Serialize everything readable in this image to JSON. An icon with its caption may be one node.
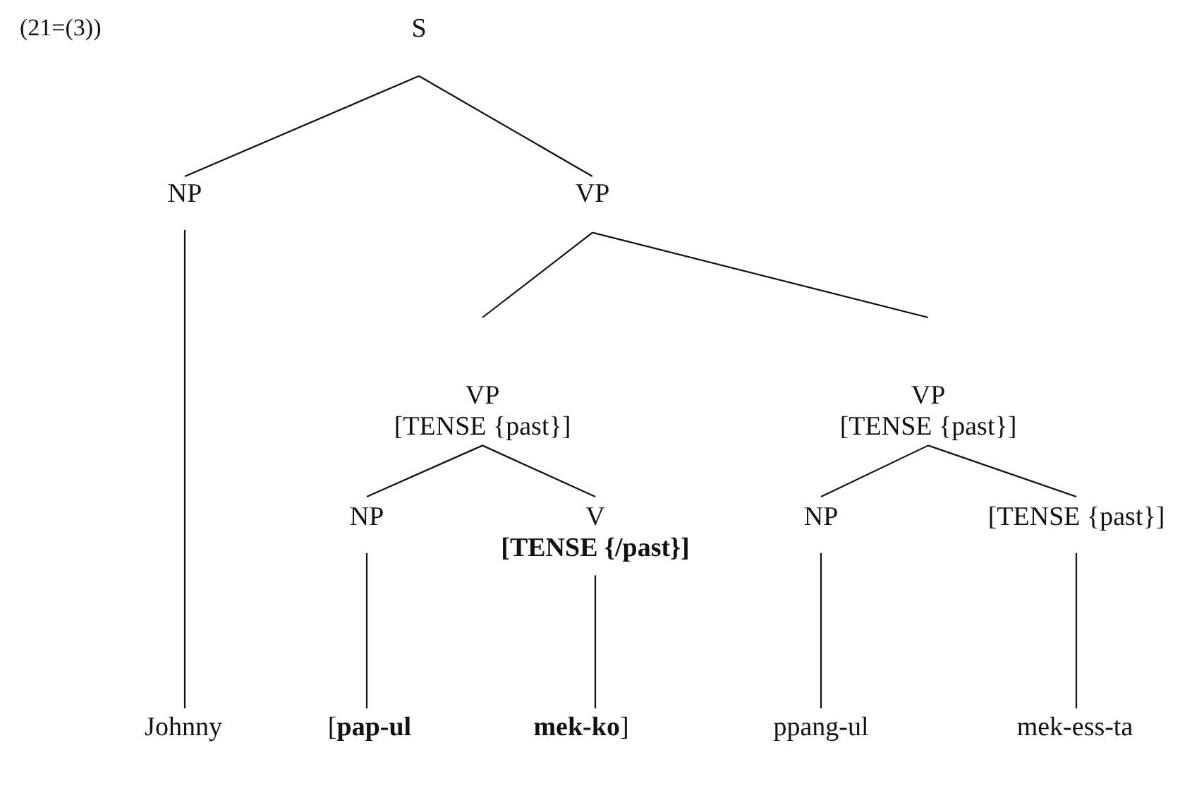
{
  "diagram": {
    "nodes": [
      {
        "text": [
          "S"
        ]
      },
      {
        "text": [
          "NP"
        ]
      },
      {
        "text": [
          "VP"
        ]
      },
      {
        "text": [
          "VP",
          "[TENSE {past}]"
        ]
      },
      {
        "text": [
          "VP",
          "[TENSE {past}]"
        ]
      },
      {
        "text": [
          "NP"
        ]
      },
      {
        "text": [
          "V",
          "**[TENSE {/past}]**"
        ]
      },
      {
        "text": [
          "NP"
        ]
      },
      {
        "text": [
          "[TENSE {past}]"
        ]
      },
      {
        "text": [
          "Johnny"
        ]
      },
      {
        "text": [
          "[**pap-ul**"
        ]
      },
      {
        "text": [
          "**mek-ko**]"
        ]
      },
      {
        "text": [
          "ppang-ul"
        ]
      },
      {
        "text": [
          "mek-ess-ta"
        ]
      }
    ],
    "edges": [
      {
        "from": 0,
        "to": 1,
        "arrow": "none"
      },
      {
        "from": 0,
        "to": 2,
        "arrow": "none"
      },
      {
        "from": 2,
        "to": 3,
        "arrow": "none"
      },
      {
        "from": 2,
        "to": 4,
        "arrow": "none"
      },
      {
        "from": 3,
        "to": 5,
        "arrow": "none"
      },
      {
        "from": 3,
        "to": 6,
        "arrow": "none"
      },
      {
        "from": 4,
        "to": 7,
        "arrow": "none"
      },
      {
        "from": 4,
        "to": 8,
        "arrow": "none"
      },
      {
        "from": 1,
        "to": 9,
        "arrow": "none"
      },
      {
        "from": 5,
        "to": 10,
        "arrow": "none"
      },
      {
        "from": 6,
        "to": 11,
        "arrow": "none"
      },
      {
        "from": 7,
        "to": 12,
        "arrow": "none"
      },
      {
        "from": 8,
        "to": 13,
        "arrow": "none"
      }
    ],
    "labels": [
      "(21=(3))"
    ]
  }
}
